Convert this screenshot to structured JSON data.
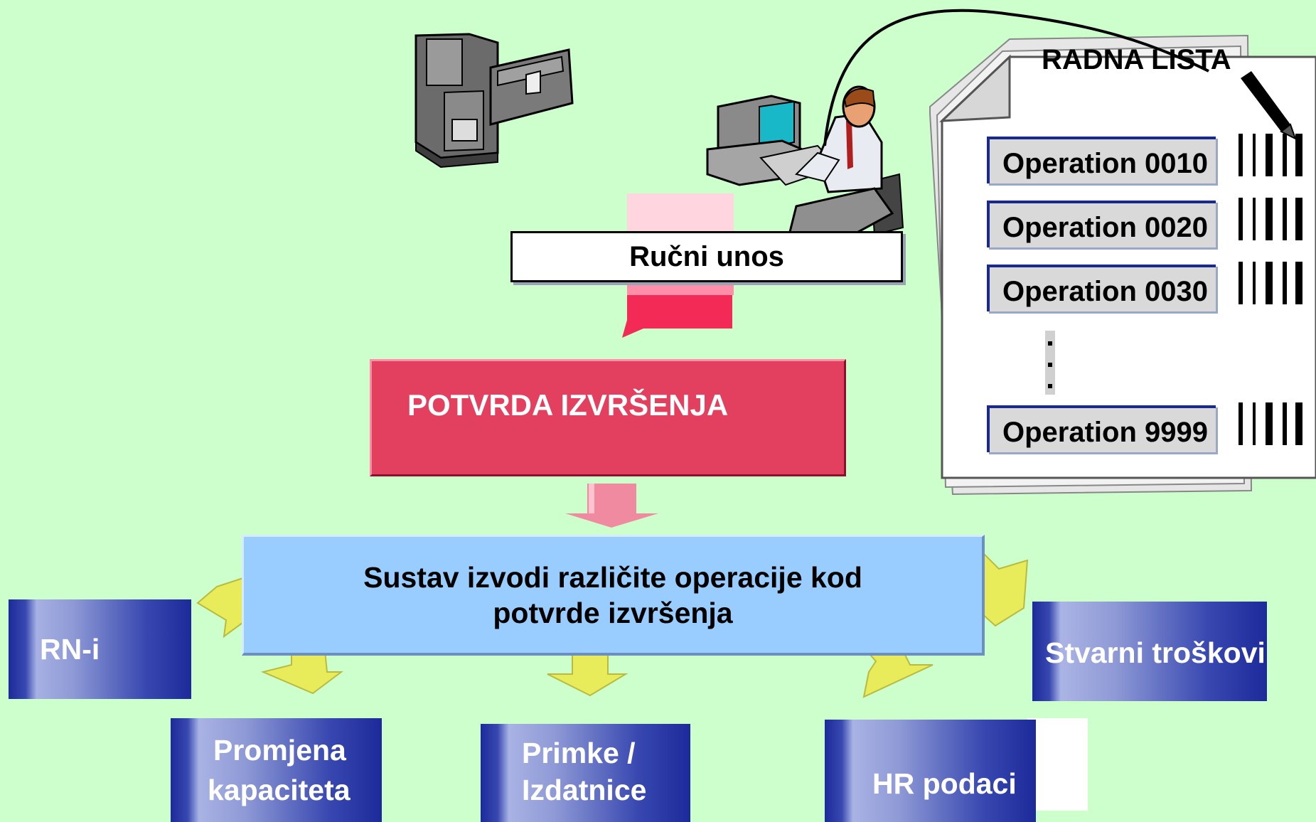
{
  "worksheet": {
    "title": "RADNA LISTA",
    "operations": [
      "Operation 0010",
      "Operation 0020",
      "Operation 0030",
      "Operation 9999"
    ]
  },
  "manual_entry": {
    "label": "Ručni unos"
  },
  "confirmation": {
    "label": "POTVRDA IZVRŠENJA"
  },
  "system": {
    "label": "Sustav izvodi različite operacije kod potvrde izvršenja"
  },
  "outputs": {
    "rn": "RN-i",
    "actual_costs": "Stvarni troškovi",
    "capacity_line1": "Promjena",
    "capacity_line2": "kapaciteta",
    "goods_line1": "Primke /",
    "goods_line2": "Izdatnice",
    "hr": "HR podaci"
  },
  "colors": {
    "background": "#ccffcc",
    "confirmation_fill": "#e2405e",
    "system_fill": "#99ccff",
    "arrow_yellow": "#e8ec5a",
    "arrow_pink": "#f08aa0",
    "tile_dark": "#1d2a9a"
  },
  "icons": [
    "production-machine-icon",
    "computer-operator-icon",
    "scanner-pen-icon",
    "barcode-icon"
  ]
}
